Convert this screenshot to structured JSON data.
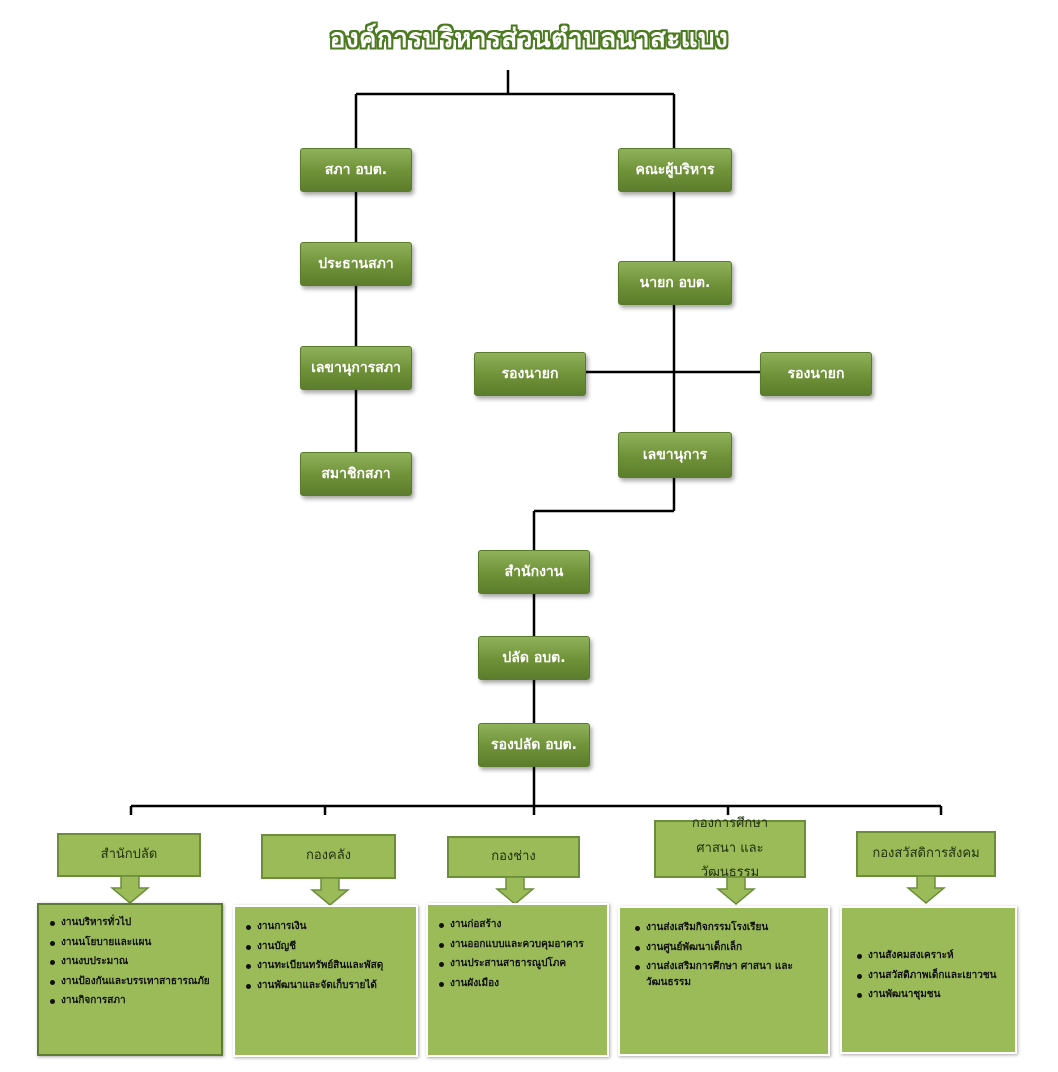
{
  "title": "องค์การบริหารส่วนตำบลนาสะแบง",
  "council": {
    "head": "สภา อบต.",
    "chair": "ประธานสภา",
    "secretary": "เลขานุการสภา",
    "members": "สมาชิกสภา"
  },
  "executive": {
    "head": "คณะผู้บริหาร",
    "mayor": "นายก อบต.",
    "deputy_left": "รองนายก",
    "deputy_right": "รองนายก",
    "secretary": "เลขานุการ"
  },
  "office": {
    "head": "สำนักงาน",
    "chief": "ปลัด อบต.",
    "deputy_chief": "รองปลัด อบต."
  },
  "departments": [
    {
      "name": "สำนักปลัด",
      "tasks": [
        "งานบริหารทั่วไป",
        "งานนโยบายและแผน",
        "งานงบประมาณ",
        "งานป้องกันและบรรเทาสาธารณภัย",
        "งานกิจการสภา"
      ]
    },
    {
      "name": "กองคลัง",
      "tasks": [
        "งานการเงิน",
        "งานบัญชี",
        "งานทะเบียนทรัพย์สินและพัสดุ",
        "งานพัฒนาและจัดเก็บรายได้"
      ]
    },
    {
      "name": "กองช่าง",
      "tasks": [
        "งานก่อสร้าง",
        "งานออกแบบและควบคุมอาคาร",
        "งานประสานสาธารณูปโภค",
        "งานผังเมือง"
      ]
    },
    {
      "name": "กองการศึกษา ศาสนา และวัฒนธรรม",
      "tasks": [
        "งานส่งเสริมกิจกรรมโรงเรียน",
        "งานศูนย์พัฒนาเด็กเล็ก",
        "งานส่งเสริมการศึกษา ศาสนา และวัฒนธรรม"
      ]
    },
    {
      "name": "กองสวัสดิการสังคม",
      "tasks": [
        "งานสังคมสงเคราะห์",
        "งานสวัสดิภาพเด็กและเยาวชน",
        "งานพัฒนาชุมชน"
      ]
    }
  ]
}
